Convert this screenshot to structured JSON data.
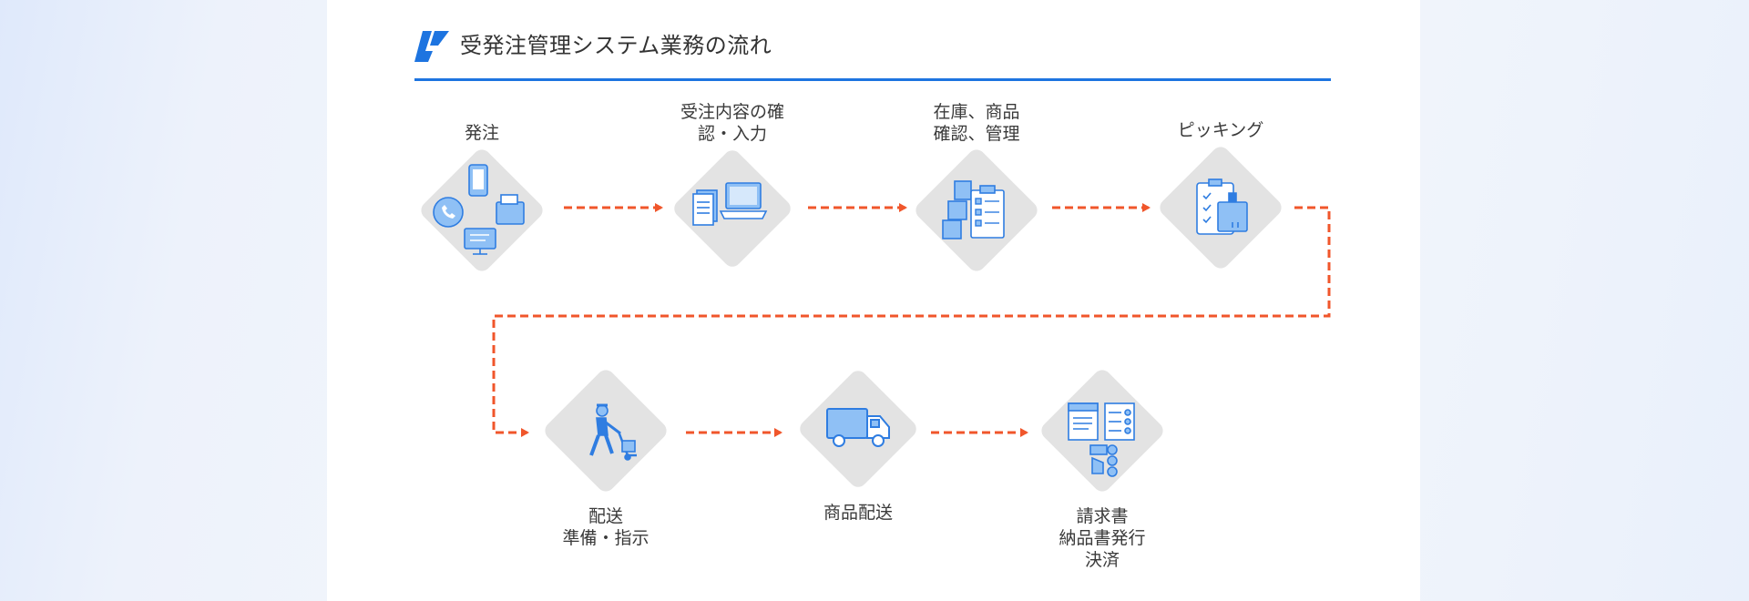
{
  "header": {
    "title": "受発注管理システム業務の流れ"
  },
  "colors": {
    "accent": "#1d74e0",
    "arrow": "#f0562b",
    "diamond": "#e3e3e3",
    "icon": "#2f7de1",
    "icon_light": "#8fc0f5"
  },
  "steps": [
    {
      "label": "発注",
      "icon": "order-channels-icon"
    },
    {
      "label": "受注内容の確\n認・入力",
      "icon": "document-laptop-icon"
    },
    {
      "label": "在庫、商品\n確認、管理",
      "icon": "inventory-checklist-icon"
    },
    {
      "label": "ピッキング",
      "icon": "picking-clipboard-icon"
    },
    {
      "label": "配送\n準備・指示",
      "icon": "hand-truck-worker-icon"
    },
    {
      "label": "商品配送",
      "icon": "delivery-truck-icon"
    },
    {
      "label": "請求書\n納品書発行\n決済",
      "icon": "invoice-payment-icon"
    }
  ]
}
